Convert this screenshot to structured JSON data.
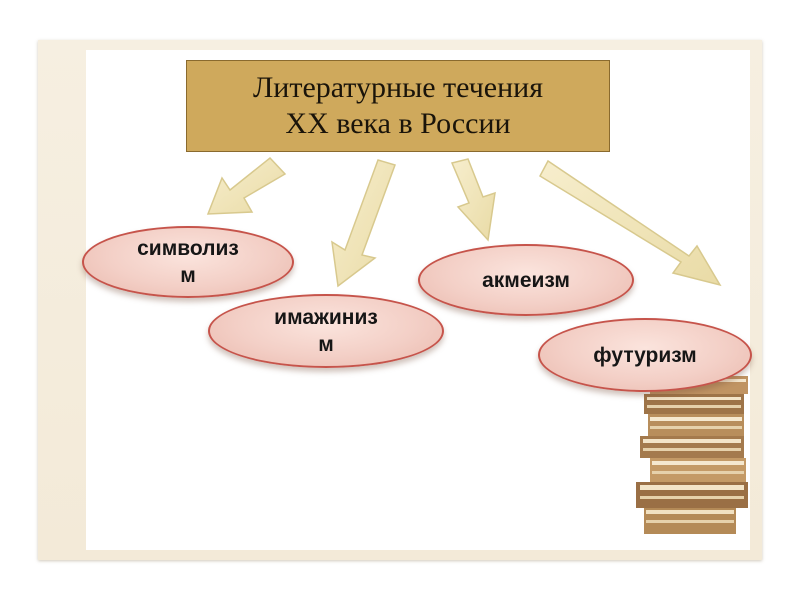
{
  "title": {
    "line1": "Литературные течения",
    "line2": "XX века в России"
  },
  "nodes": [
    {
      "id": "symbolism",
      "label": "символиз\nм"
    },
    {
      "id": "imaginism",
      "label": "имажиниз\nм"
    },
    {
      "id": "acmeism",
      "label": "акмеизм"
    },
    {
      "id": "futurism",
      "label": "футуризм"
    }
  ],
  "edges": [
    {
      "from": "title",
      "to": "symbolism"
    },
    {
      "from": "title",
      "to": "imaginism"
    },
    {
      "from": "title",
      "to": "acmeism"
    },
    {
      "from": "title",
      "to": "futurism"
    }
  ],
  "colors": {
    "title_fill": "#cfa95c",
    "node_fill": "#f3cfc6",
    "node_border": "#c6544b",
    "arrow_fill": "#f1e6b9",
    "frame": "#f3ead8"
  },
  "decor": {
    "book_stack_icon": "book-stack-icon"
  }
}
